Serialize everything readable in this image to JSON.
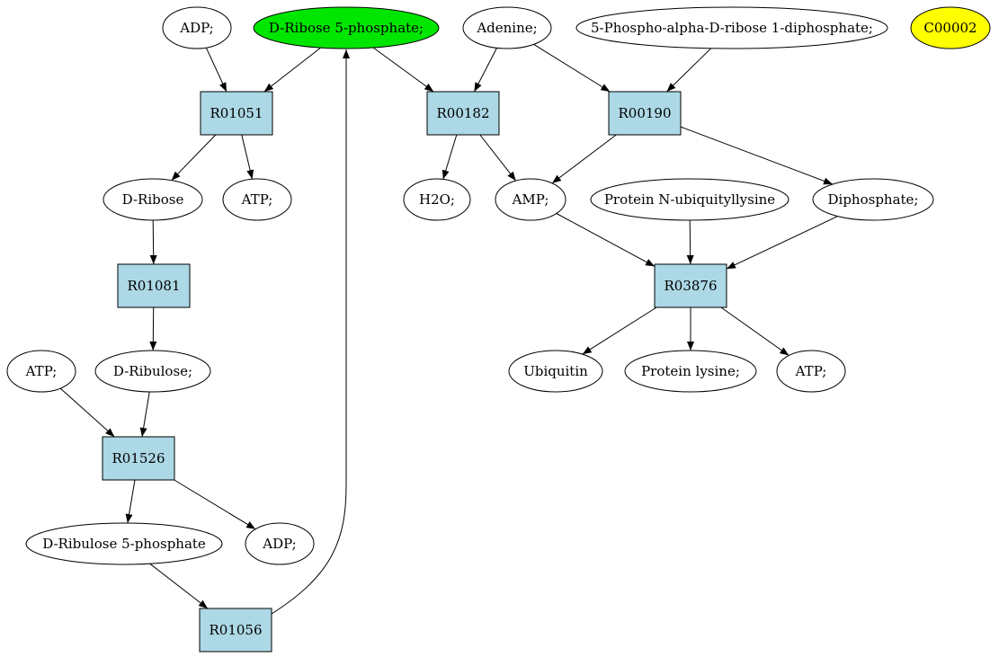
{
  "colors": {
    "compound": "#ffffff",
    "highlight_compound": "#00e600",
    "reference_compound": "#ffff00",
    "reaction": "#add8e6",
    "stroke": "#000000"
  },
  "compounds": [
    {
      "id": "adp_top",
      "label": "ADP;"
    },
    {
      "id": "ribose5p",
      "label": "D-Ribose 5-phosphate;",
      "highlight": true
    },
    {
      "id": "adenine",
      "label": "Adenine;"
    },
    {
      "id": "prpp",
      "label": "5-Phospho-alpha-D-ribose 1-diphosphate;"
    },
    {
      "id": "c00002",
      "label": "C00002",
      "reference": true
    },
    {
      "id": "d_ribose",
      "label": "D-Ribose"
    },
    {
      "id": "atp_1",
      "label": "ATP;"
    },
    {
      "id": "h2o",
      "label": "H2O;"
    },
    {
      "id": "amp",
      "label": "AMP;"
    },
    {
      "id": "prot_ub",
      "label": "Protein N-ubiquityllysine"
    },
    {
      "id": "diphosphate",
      "label": "Diphosphate;"
    },
    {
      "id": "ubiquitin",
      "label": "Ubiquitin"
    },
    {
      "id": "prot_lys",
      "label": "Protein lysine;"
    },
    {
      "id": "atp_3",
      "label": "ATP;"
    },
    {
      "id": "atp_2",
      "label": "ATP;"
    },
    {
      "id": "d_ribulose",
      "label": "D-Ribulose;"
    },
    {
      "id": "ribulose5p",
      "label": "D-Ribulose 5-phosphate"
    },
    {
      "id": "adp_2",
      "label": "ADP;"
    }
  ],
  "reactions": [
    {
      "id": "r01051",
      "label": "R01051"
    },
    {
      "id": "r00182",
      "label": "R00182"
    },
    {
      "id": "r00190",
      "label": "R00190"
    },
    {
      "id": "r01081",
      "label": "R01081"
    },
    {
      "id": "r03876",
      "label": "R03876"
    },
    {
      "id": "r01526",
      "label": "R01526"
    },
    {
      "id": "r01056",
      "label": "R01056"
    }
  ],
  "edges": [
    {
      "from": "adp_top",
      "to": "r01051"
    },
    {
      "from": "ribose5p",
      "to": "r01051"
    },
    {
      "from": "ribose5p",
      "to": "r00182"
    },
    {
      "from": "adenine",
      "to": "r00182"
    },
    {
      "from": "adenine",
      "to": "r00190"
    },
    {
      "from": "prpp",
      "to": "r00190"
    },
    {
      "from": "r01051",
      "to": "d_ribose"
    },
    {
      "from": "r01051",
      "to": "atp_1"
    },
    {
      "from": "r00182",
      "to": "h2o"
    },
    {
      "from": "r00182",
      "to": "amp"
    },
    {
      "from": "r00190",
      "to": "amp"
    },
    {
      "from": "r00190",
      "to": "diphosphate"
    },
    {
      "from": "d_ribose",
      "to": "r01081"
    },
    {
      "from": "amp",
      "to": "r03876"
    },
    {
      "from": "prot_ub",
      "to": "r03876"
    },
    {
      "from": "diphosphate",
      "to": "r03876"
    },
    {
      "from": "r01081",
      "to": "d_ribulose"
    },
    {
      "from": "r03876",
      "to": "ubiquitin"
    },
    {
      "from": "r03876",
      "to": "prot_lys"
    },
    {
      "from": "r03876",
      "to": "atp_3"
    },
    {
      "from": "atp_2",
      "to": "r01526"
    },
    {
      "from": "d_ribulose",
      "to": "r01526"
    },
    {
      "from": "r01526",
      "to": "ribulose5p"
    },
    {
      "from": "r01526",
      "to": "adp_2"
    },
    {
      "from": "ribulose5p",
      "to": "r01056"
    },
    {
      "from": "r01056",
      "to": "ribose5p"
    }
  ]
}
